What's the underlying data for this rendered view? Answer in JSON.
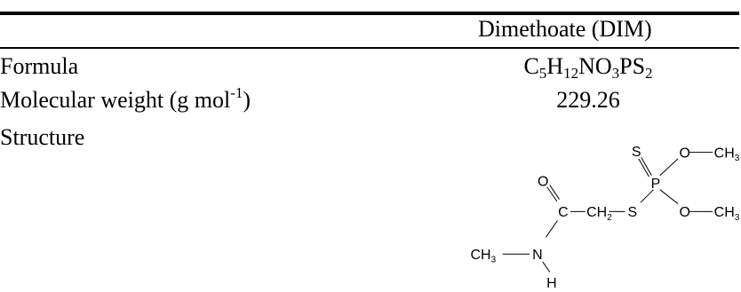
{
  "table": {
    "column_header": "Dimethoate (DIM)",
    "rows": [
      {
        "label": "Formula",
        "formula_parts": {
          "c": "C",
          "c_n": "5",
          "h": "H",
          "h_n": "12",
          "no": "NO",
          "no_n": "3",
          "ps": "PS",
          "ps_n": "2"
        }
      },
      {
        "label_main": "Molecular weight (g mol",
        "label_sup": "-1",
        "label_end": ")",
        "value": "229.26"
      },
      {
        "label": "Structure"
      }
    ]
  },
  "structure": {
    "atoms": {
      "s_top": "S",
      "o_top": "O",
      "ch_top": "CH",
      "ch_top_sub": "3",
      "o_carbonyl": "O",
      "p": "P",
      "c": "C",
      "ch2": "CH",
      "ch2_sub": "2",
      "s_mid": "S",
      "o_bot": "O",
      "ch_bot": "CH",
      "ch_bot_sub": "3",
      "ch_n": "CH",
      "ch_n_sub": "3",
      "n": "N",
      "h": "H"
    }
  }
}
